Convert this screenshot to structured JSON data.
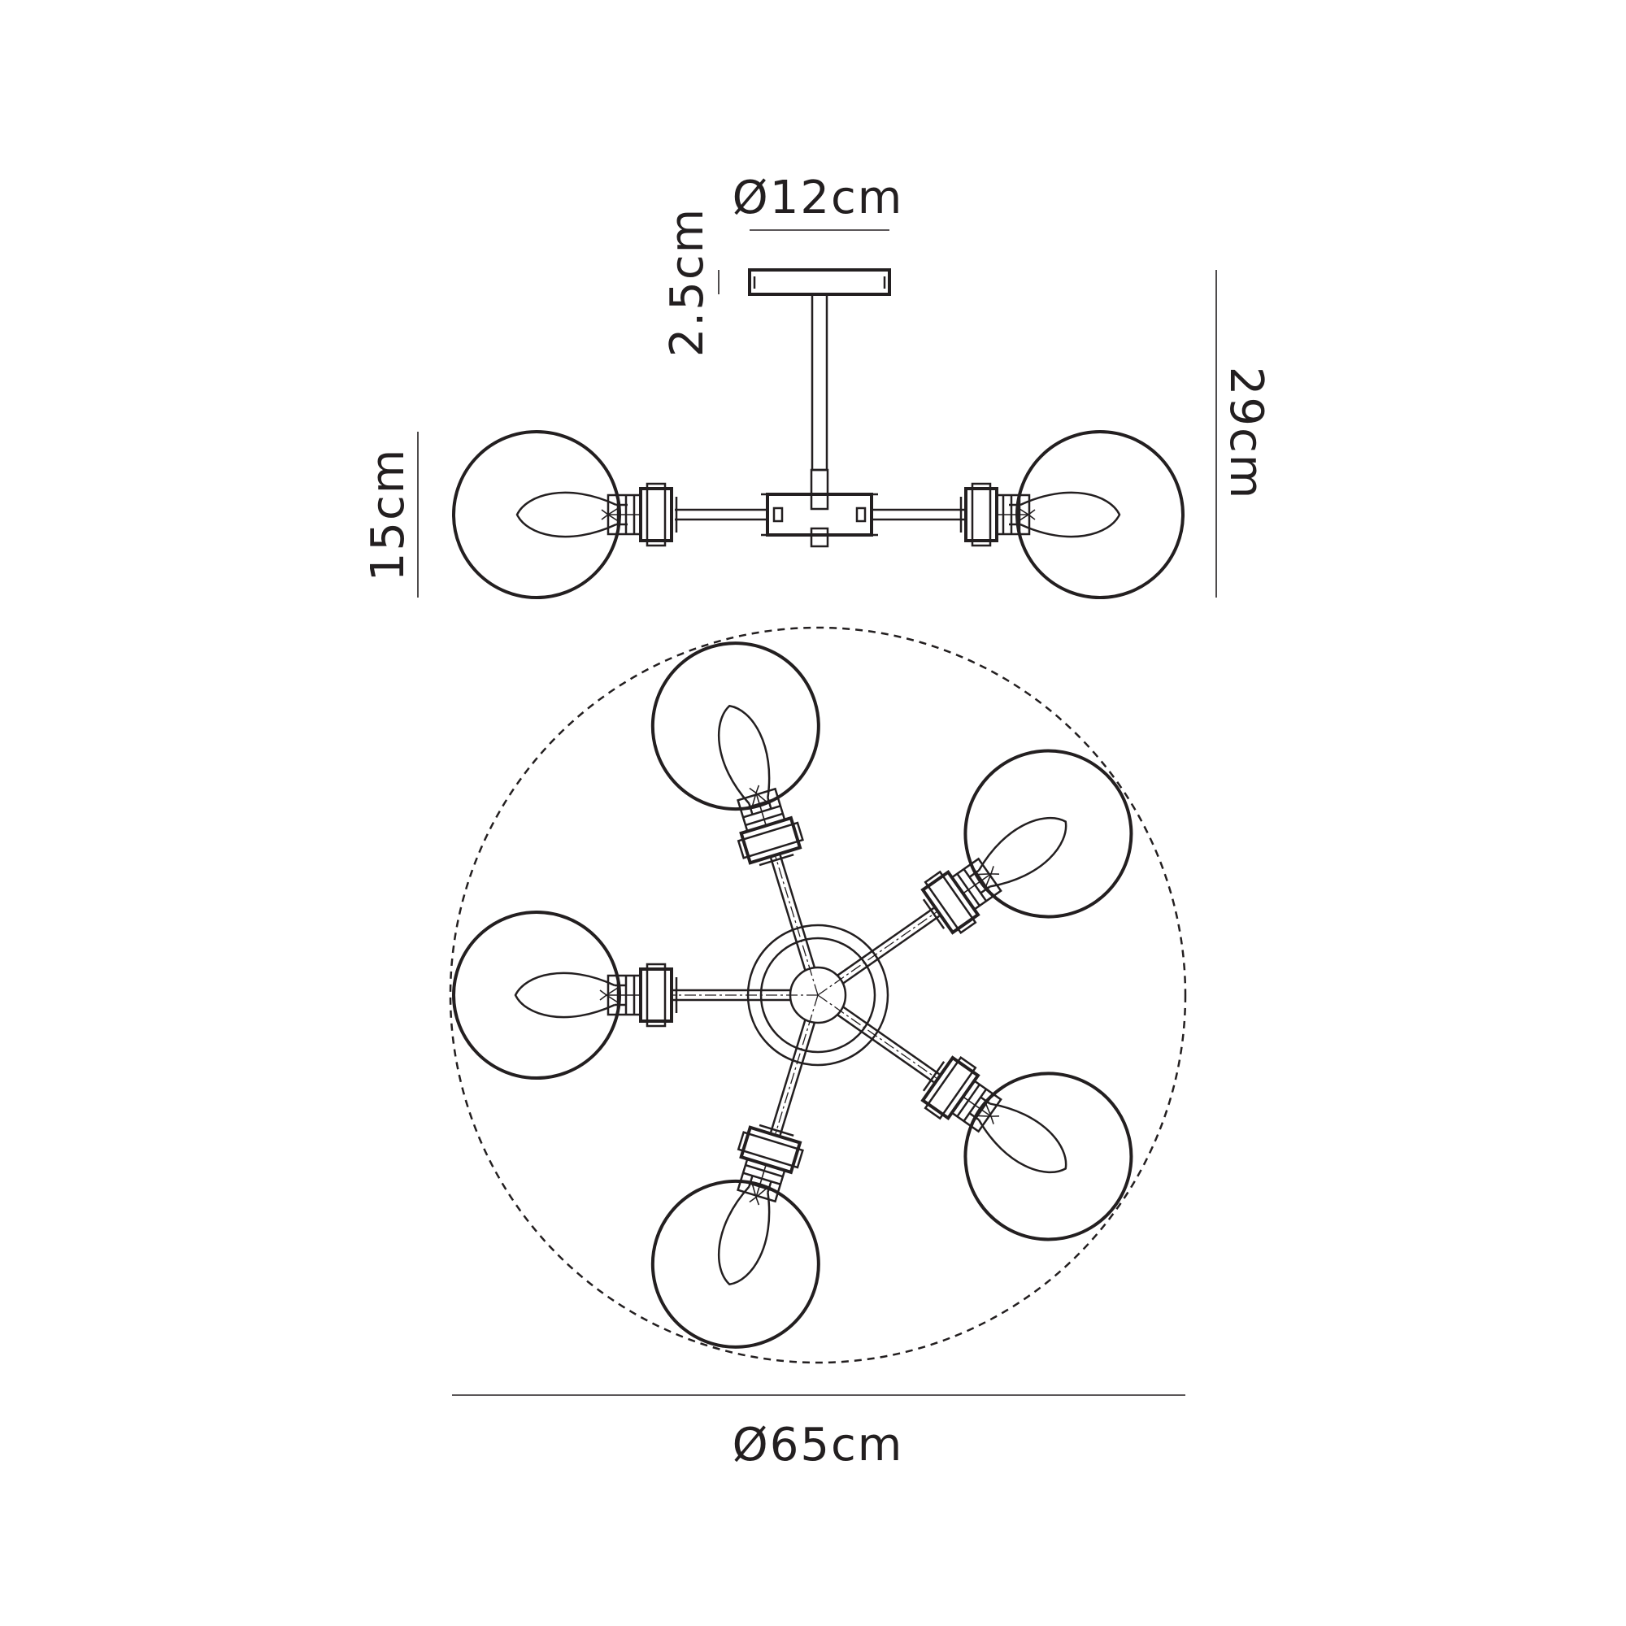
{
  "dimensions": {
    "canopy_diameter": "Ø12cm",
    "canopy_height": "2.5cm",
    "overall_height": "29cm",
    "shade_height": "15cm",
    "overall_diameter": "Ø65cm"
  },
  "colors": {
    "line": "#231f20",
    "background": "#ffffff"
  }
}
